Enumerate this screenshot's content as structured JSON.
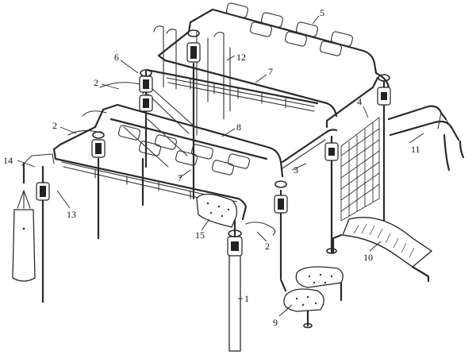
{
  "callouts": {
    "c1": "1",
    "c2a": "2",
    "c2b": "2",
    "c2c": "2",
    "c3": "3",
    "c4": "4",
    "c5": "5",
    "c6": "6",
    "c7a": "7",
    "c7b": "7",
    "c8": "8",
    "c9": "9",
    "c10": "10",
    "c11": "11",
    "c12": "12",
    "c13": "13",
    "c14": "14",
    "c15": "15"
  }
}
